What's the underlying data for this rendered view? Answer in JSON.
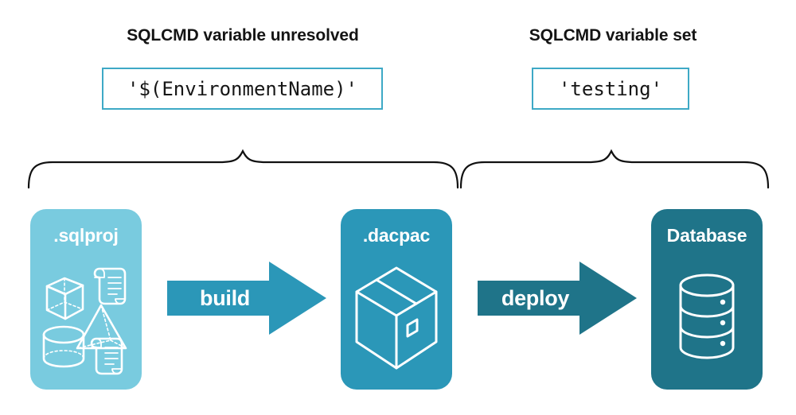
{
  "sections": [
    {
      "title": "SQLCMD variable unresolved",
      "code_value": "'$(EnvironmentName)'",
      "brace_name": "brace-left"
    },
    {
      "title": "SQLCMD variable set",
      "code_value": "'testing'",
      "brace_name": "brace-right"
    }
  ],
  "pipeline": {
    "artifacts": [
      {
        "label": ".sqlproj",
        "color": "#79cbdf",
        "icon": "sql-project-objects-icon"
      },
      {
        "label": ".dacpac",
        "color": "#2b97b8",
        "icon": "package-box-icon"
      },
      {
        "label": "Database",
        "color": "#1f7489",
        "icon": "database-cylinder-icon"
      }
    ],
    "arrows": [
      {
        "label": "build",
        "color": "#2b97b8",
        "icon": "right-arrow-icon"
      },
      {
        "label": "deploy",
        "color": "#1f7489",
        "icon": "right-arrow-icon"
      }
    ]
  },
  "colors": {
    "light_teal": "#79cbdf",
    "mid_teal": "#2b97b8",
    "dark_teal": "#1f7489",
    "box_border": "#3ea9c6",
    "text_dark": "#141414",
    "background": "#ffffff"
  }
}
